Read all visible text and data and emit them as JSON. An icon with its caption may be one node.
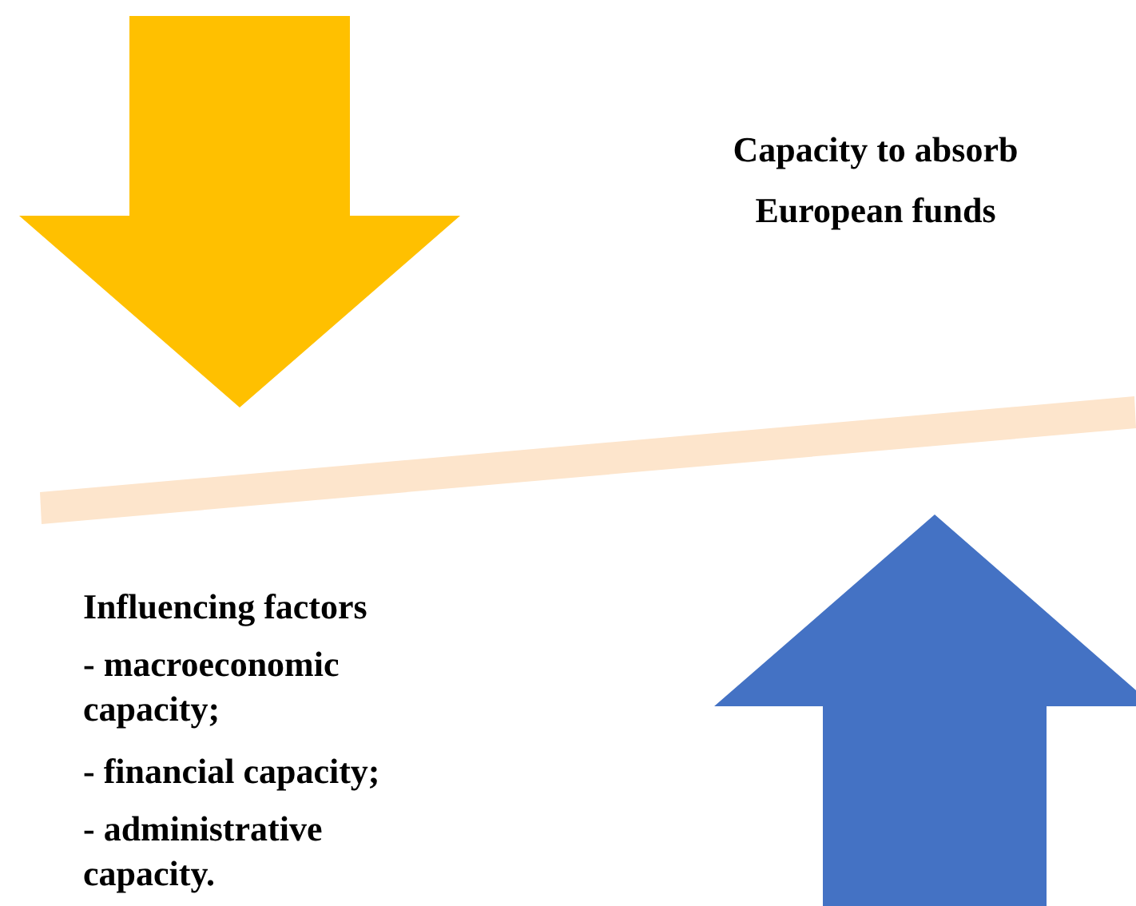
{
  "diagram": {
    "labels": [
      "Capacity to absorb European funds",
      "Influencing factors",
      "- macroeconomic capacity;",
      "- financial capacity;",
      "- administrative capacity."
    ]
  }
}
